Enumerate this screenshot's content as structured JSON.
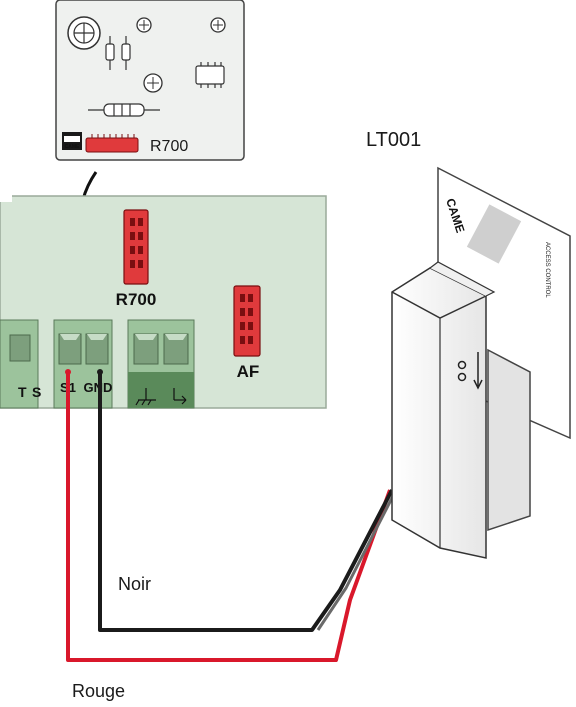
{
  "board": {
    "module_label": "R700",
    "module_logo": "CAME",
    "connector_r700": "R700",
    "connector_af": "AF",
    "terminals": [
      "T",
      "S",
      "S1",
      "GND"
    ]
  },
  "reader": {
    "model": "LT001",
    "card_brand": "CAME",
    "card_text": "ACCESS CONTROL"
  },
  "wires": {
    "black_label": "Noir",
    "red_label": "Rouge",
    "black_color": "#1b1b1b",
    "red_color": "#d9182b"
  },
  "colors": {
    "board": "#d6e5d6",
    "connector": "#e03a3c",
    "terminal_block": "#9cc39c"
  }
}
